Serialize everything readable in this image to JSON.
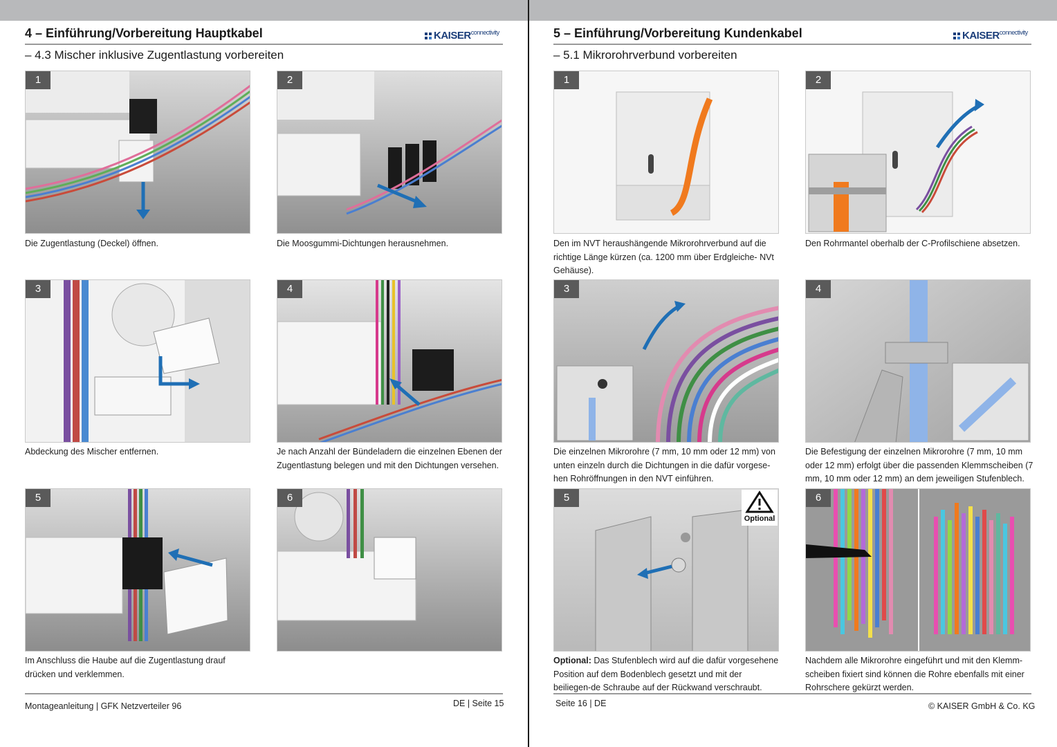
{
  "left": {
    "chapter_title": "4 – Einführung/Vorbereitung Hauptkabel",
    "section_title": "– 4.3 Mischer inklusive Zugentlastung vorbereiten",
    "logo": {
      "brand": "KAISER",
      "sub": "connectivity"
    },
    "steps": [
      {
        "number": "1",
        "caption": "Die Zugentlastung (Deckel) öffnen."
      },
      {
        "number": "2",
        "caption": "Die Moosgummi-Dichtungen herausnehmen."
      },
      {
        "number": "3",
        "caption": "Abdeckung des Mischer entfernen."
      },
      {
        "number": "4",
        "caption": "Je nach Anzahl der Bündeladern die einzelnen Ebenen der Zugentlastung belegen und mit den Dichtungen versehen."
      },
      {
        "number": "5",
        "caption": "Im Anschluss die Haube auf die Zugentlastung drauf drücken und verklemmen."
      },
      {
        "number": "6",
        "caption": ""
      }
    ],
    "footer_left": "Montageanleitung | GFK Netzverteiler 96",
    "footer_right": "DE  | Seite 15"
  },
  "right": {
    "chapter_title": "5 – Einführung/Vorbereitung Kundenkabel",
    "section_title": "– 5.1 Mikrorohrverbund vorbereiten",
    "logo": {
      "brand": "KAISER",
      "sub": "connectivity"
    },
    "steps": [
      {
        "number": "1",
        "caption": "Den im NVT heraushängende Mikrorohrverbund auf die richtige Länge kürzen (ca. 1200 mm über Erdgleiche- NVt Gehäuse)."
      },
      {
        "number": "2",
        "caption": "Den Rohrmantel oberhalb der C-Profilschiene absetzen."
      },
      {
        "number": "3",
        "caption": "Die einzelnen Mikrorohre (7 mm, 10 mm oder 12 mm) von unten einzeln durch die Dichtungen in die dafür vorgese-hen Rohröffnungen in den NVT einführen."
      },
      {
        "number": "4",
        "caption": "Die Befestigung der einzelnen Mikrorohre (7 mm, 10 mm oder 12 mm) erfolgt über die passenden Klemmscheiben (7 mm, 10 mm oder 12 mm) an dem jeweiligen Stufenblech."
      },
      {
        "number": "5",
        "caption_bold": "Optional:",
        "caption": " Das Stufenblech wird auf die dafür vorgesehene Position auf dem Bodenblech gesetzt und mit der beiliegen-de Schraube auf der Rückwand verschraubt.",
        "badge": "Optional"
      },
      {
        "number": "6",
        "caption": "Nachdem alle Mikrorohre eingeführt und mit den Klemm-scheiben fixiert sind können die Rohre ebenfalls mit einer Rohrschere gekürzt werden."
      }
    ],
    "footer_left": "Seite 16 | DE",
    "footer_right": "© KAISER GmbH & Co. KG"
  },
  "colors": {
    "accent": "#1f6fb5",
    "header_bar": "#b8b9bb",
    "badge": "#5a5a5a",
    "cable_orange": "#f07a1e"
  }
}
